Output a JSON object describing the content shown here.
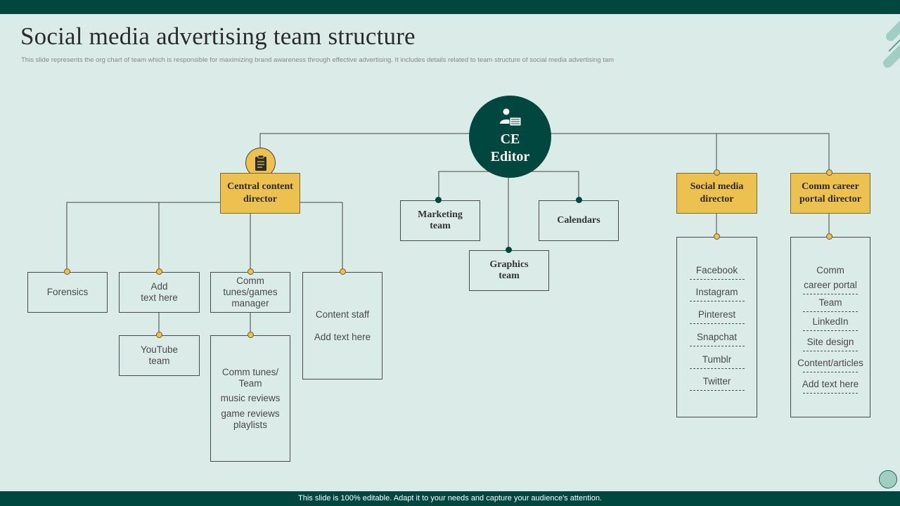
{
  "title": "Social media advertising team structure",
  "subtitle": "This slide represents the org chart of team which is responsible for maximizing brand awareness through effective advertising. It includes details related to team structure of social media advertising tam",
  "footer": "This slide is 100% editable. Adapt it to your needs and capture your audience's attention.",
  "colors": {
    "dark_green": "#00473f",
    "gold": "#edc14e",
    "background": "#dbebe7",
    "mint": "#9fcec2"
  },
  "root": {
    "line1": "CE",
    "line2": "Editor",
    "icon": "presenter-board-icon"
  },
  "central_director": {
    "line1": "Central content",
    "line2": "director",
    "icon": "clipboard-icon"
  },
  "central_children": {
    "forensics": "Forensics",
    "add_text": {
      "line1": "Add",
      "line2": "text here"
    },
    "youtube": {
      "line1": "YouTube",
      "line2": "team"
    },
    "comm_manager": {
      "line1": "Comm",
      "line2": "tunes/games",
      "line3": "manager"
    },
    "comm_details": {
      "line1": "Comm tunes/",
      "line2": "Team",
      "line3": "music reviews",
      "line4": "game reviews",
      "line5": "playlists"
    },
    "content_staff": {
      "line1": "Content  staff",
      "line2": "Add text here"
    }
  },
  "center_children": {
    "marketing": {
      "line1": "Marketing",
      "line2": "team"
    },
    "graphics": {
      "line1": "Graphics",
      "line2": "team"
    },
    "calendars": "Calendars"
  },
  "social_director": {
    "line1": "Social media",
    "line2": "director"
  },
  "social_items": [
    "Facebook",
    "Instagram",
    "Pinterest",
    "Snapchat",
    "Tumblr",
    "Twitter"
  ],
  "career_director": {
    "line1": "Comm career",
    "line2": "portal director"
  },
  "career_items": [
    "Comm",
    "career portal",
    "Team",
    "LinkedIn",
    "Site design",
    "Content/articles",
    "Add text here"
  ]
}
